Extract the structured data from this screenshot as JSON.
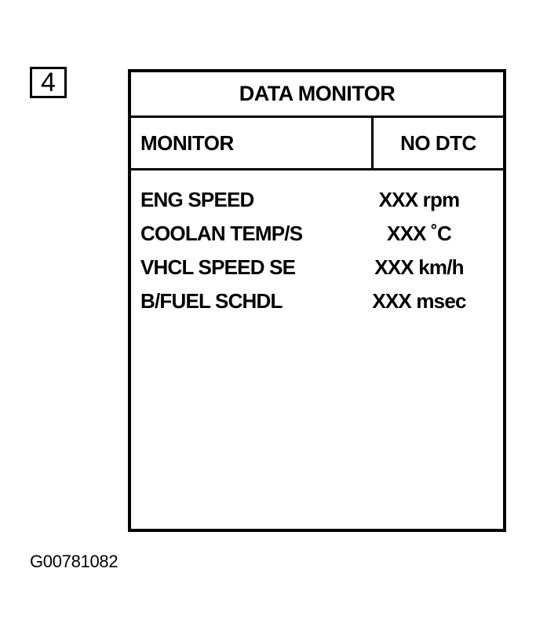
{
  "step": {
    "number": "4"
  },
  "screen": {
    "title": "DATA MONITOR",
    "mode": {
      "left": "MONITOR",
      "right": "NO DTC"
    },
    "items": [
      {
        "label": "ENG SPEED",
        "value": "XXX rpm"
      },
      {
        "label": "COOLAN TEMP/S",
        "value": "XXX ˚C"
      },
      {
        "label": "VHCL SPEED SE",
        "value": "XXX km/h"
      },
      {
        "label": "B/FUEL SCHDL",
        "value": "XXX msec"
      }
    ]
  },
  "caption": {
    "figure_id": "G00781082"
  }
}
